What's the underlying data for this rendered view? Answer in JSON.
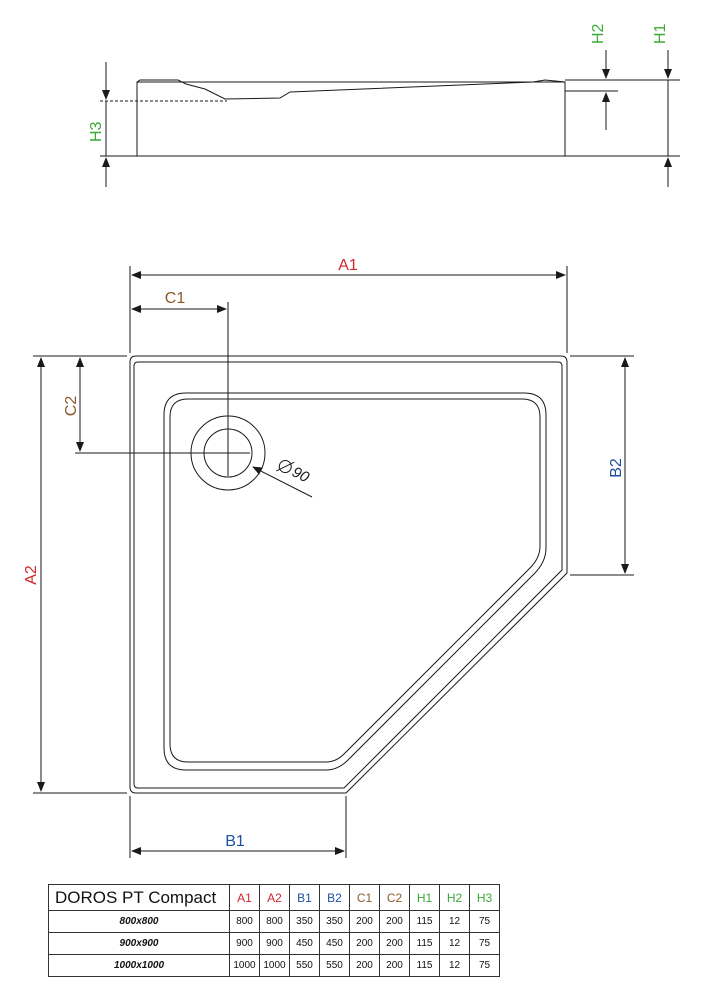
{
  "colors": {
    "A": "#d0262d",
    "B": "#1f4fa0",
    "C": "#8a5a2b",
    "H": "#3aaa35",
    "line": "#1a1a1a"
  },
  "side_view": {
    "labels": {
      "H1": "H1",
      "H2": "H2",
      "H3": "H3"
    }
  },
  "top_view": {
    "labels": {
      "A1": "A1",
      "A2": "A2",
      "B1": "B1",
      "B2": "B2",
      "C1": "C1",
      "C2": "C2"
    },
    "drain_label": "90"
  },
  "table": {
    "title": "DOROS PT Compact",
    "columns": [
      {
        "label": "A1",
        "color": "#d0262d"
      },
      {
        "label": "A2",
        "color": "#d0262d"
      },
      {
        "label": "B1",
        "color": "#1f4fa0"
      },
      {
        "label": "B2",
        "color": "#1f4fa0"
      },
      {
        "label": "C1",
        "color": "#8a5a2b"
      },
      {
        "label": "C2",
        "color": "#8a5a2b"
      },
      {
        "label": "H1",
        "color": "#3aaa35"
      },
      {
        "label": "H2",
        "color": "#3aaa35"
      },
      {
        "label": "H3",
        "color": "#3aaa35"
      }
    ],
    "rows": [
      {
        "model": "800x800",
        "values": [
          "800",
          "800",
          "350",
          "350",
          "200",
          "200",
          "115",
          "12",
          "75"
        ]
      },
      {
        "model": "900x900",
        "values": [
          "900",
          "900",
          "450",
          "450",
          "200",
          "200",
          "115",
          "12",
          "75"
        ]
      },
      {
        "model": "1000x1000",
        "values": [
          "1000",
          "1000",
          "550",
          "550",
          "200",
          "200",
          "115",
          "12",
          "75"
        ]
      }
    ]
  }
}
